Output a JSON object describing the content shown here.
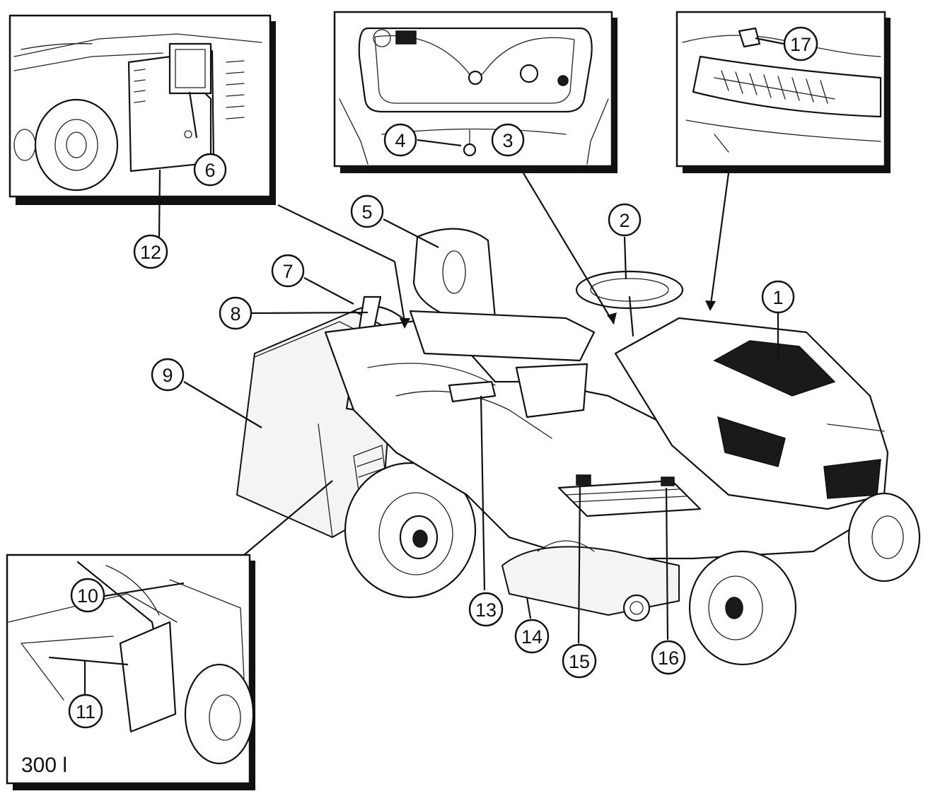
{
  "figure": {
    "callouts": [
      "1",
      "2",
      "3",
      "4",
      "5",
      "6",
      "7",
      "8",
      "9",
      "10",
      "11",
      "12",
      "13",
      "14",
      "15",
      "16",
      "17"
    ],
    "variant_label": "300 l"
  },
  "style": {
    "ink": "#111111",
    "paper": "#ffffff",
    "panel_dark": "#1a1a1a"
  }
}
